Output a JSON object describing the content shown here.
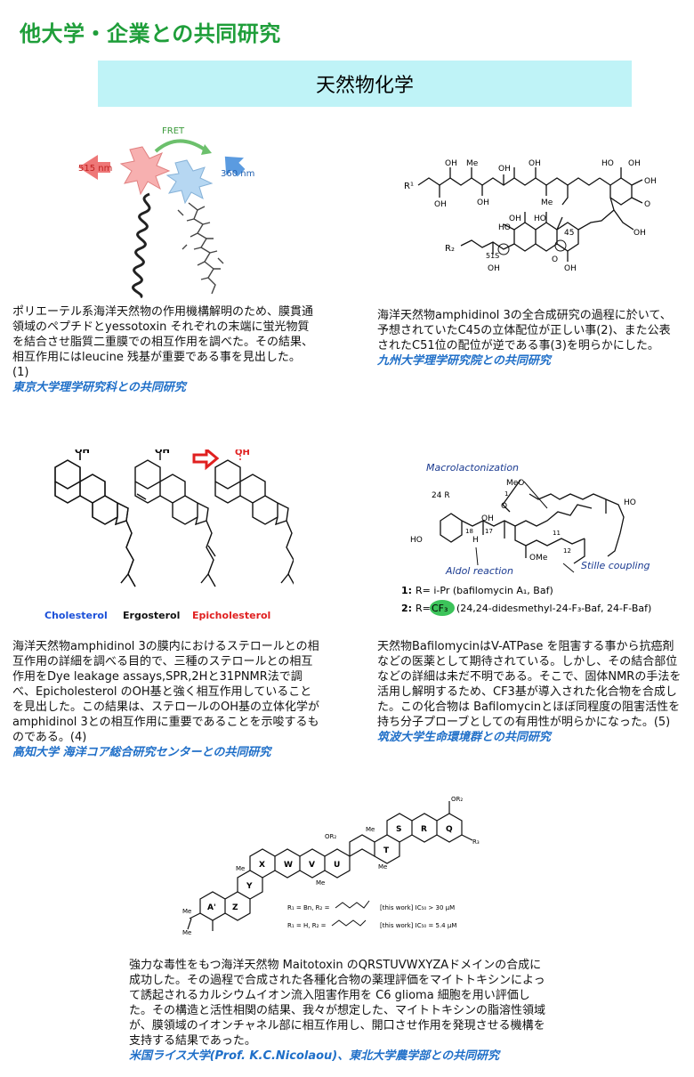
{
  "page": {
    "title": "他大学・企業との共同研究",
    "section": "天然物化学"
  },
  "colors": {
    "title": "#1f9e3a",
    "banner": "#bff3f7",
    "collab": "#1f6fc8",
    "red": "#e02020",
    "blue": "#1a4fd8"
  },
  "fig1": {
    "fret": "FRET",
    "nm515": "515 nm",
    "nm360": "360 nm"
  },
  "fig2": {
    "r1": "R¹",
    "r2": "R₂",
    "oh": "OH",
    "ho": "HO",
    "me": "Me",
    "o": "O",
    "n45": "45",
    "n51": "51",
    "n51s": "51S",
    "n51l": "51S"
  },
  "fig3": {
    "oh": "OH",
    "cholesterol": "Cholesterol",
    "ergosterol": "Ergosterol",
    "epicholesterol": "Epicholesterol"
  },
  "fig4": {
    "macro": "Macrolactonization",
    "aldol": "Aldol reaction",
    "stille": "Stille coupling",
    "meo": "MeO",
    "ho": "HO",
    "oh": "OH",
    "ome": "OMe",
    "r24": "24 R",
    "n1": "1",
    "n11": "11",
    "n12": "12",
    "n17": "17",
    "n18": "18",
    "o": "O",
    "h": "H",
    "line1_label": "1:",
    "line1_text": "R= i-Pr (bafilomycin A₁, Baf)",
    "line2_label": "2:",
    "line2_r": "R=",
    "line2_cf": "CF₃",
    "line2_text": "(24,24-didesmethyl-24-F₃-Baf, 24-F-Baf)"
  },
  "fig5": {
    "rings": [
      "A'",
      "Z",
      "Y",
      "X",
      "W",
      "V",
      "U",
      "T",
      "S",
      "R",
      "Q"
    ],
    "me": "Me",
    "h": "H",
    "o": "O",
    "or2": "OR₂",
    "r3": "R₃",
    "legend1": "R₁ = Bn, R₂ =",
    "legend1b": "[this work] IC₅₀ > 30 μM",
    "legend2": "R₁ = H, R₂ =",
    "legend2b": "[this work] IC₅₀ = 5.4 μM"
  },
  "blocks": {
    "b1": {
      "text": "ポリエーテル系海洋天然物の作用機構解明のため、膜貫通領域のペプチドとyessotoxin それぞれの末端に蛍光物質を結合させ脂質二重膜での相互作用を調べた。その結果、相互作用にはleucine 残基が重要である事を見出した。(1)",
      "collab": "東京大学理学研究科との共同研究"
    },
    "b2": {
      "text": "海洋天然物amphidinol 3の全合成研究の過程に於いて、予想されていたC45の立体配位が正しい事(2)、また公表されたC51位の配位が逆である事(3)を明らかにした。",
      "collab": "九州大学理学研究院との共同研究"
    },
    "b3": {
      "text": "海洋天然物amphidinol 3の膜内におけるステロールとの相互作用の詳細を調べる目的で、三種のステロールとの相互作用をDye leakage assays,SPR,2Hと31PNMR法で調べ、Epicholesterol のOH基と強く相互作用していることを見出した。この結果は、ステロールのOH基の立体化学がamphidinol 3との相互作用に重要であることを示唆するものである。(4)",
      "collab": "高知大学 海洋コア総合研究センターとの共同研究"
    },
    "b4": {
      "text": "天然物BafilomycinはV-ATPase を阻害する事から抗癌剤などの医薬として期待されている。しかし、その結合部位などの詳細は未だ不明である。そこで、固体NMRの手法を活用し解明するため、CF3基が導入された化合物を合成した。この化合物は Bafilomycinとほぼ同程度の阻害活性を持ち分子プローブとしての有用性が明らかになった。(5)",
      "collab": "筑波大学生命環境群との共同研究"
    },
    "b5": {
      "text": "強力な毒性をもつ海洋天然物 Maitotoxin のQRSTUVWXYZAドメインの合成に成功した。その過程で合成された各種化合物の薬理評価をマイトトキシンによって誘起されるカルシウムイオン流入阻害作用を C6 glioma 細胞を用い評価した。その構造と活性相関の結果、我々が想定した、マイトトキシンの脂溶性領域が、膜領域のイオンチャネル部に相互作用し、開口させ作用を発現させる機構を支持する結果であった。",
      "collab": "米国ライス大学(Prof. K.C.Nicolaou)、東北大学農学部との共同研究"
    }
  }
}
